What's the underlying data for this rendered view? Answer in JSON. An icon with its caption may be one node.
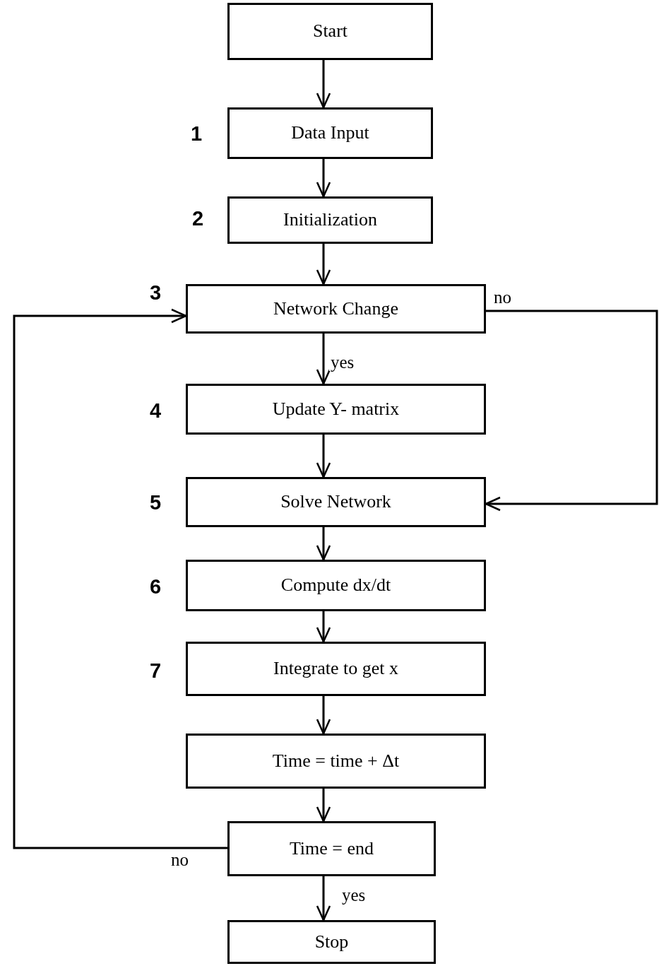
{
  "diagram": {
    "nodes": [
      {
        "text": [
          "Start"
        ]
      },
      {
        "text": [
          "Data Input"
        ],
        "beside": [
          "1"
        ]
      },
      {
        "text": [
          "Initialization"
        ],
        "beside": [
          "2"
        ]
      },
      {
        "text": [
          "Network Change"
        ],
        "beside": [
          "3"
        ]
      },
      {
        "text": [
          "Update Y- matrix"
        ],
        "beside": [
          "4"
        ]
      },
      {
        "text": [
          "Solve Network"
        ],
        "beside": [
          "5"
        ]
      },
      {
        "text": [
          "Compute dx/dt"
        ],
        "beside": [
          "6"
        ]
      },
      {
        "text": [
          "Integrate to get x"
        ],
        "beside": [
          "7"
        ]
      },
      {
        "text": [
          "Time = time + Δt"
        ]
      },
      {
        "text": [
          "Time =  end"
        ]
      },
      {
        "text": [
          "Stop"
        ]
      }
    ],
    "edges": [
      {
        "from": 0,
        "to": 1,
        "arrow": "to"
      },
      {
        "from": 1,
        "to": 2,
        "arrow": "to"
      },
      {
        "from": 2,
        "to": 3,
        "arrow": "to"
      },
      {
        "from": 3,
        "to": 4,
        "arrow": "to",
        "label": "yes"
      },
      {
        "from": 4,
        "to": 5,
        "arrow": "to"
      },
      {
        "from": 5,
        "to": 6,
        "arrow": "to"
      },
      {
        "from": 6,
        "to": 7,
        "arrow": "to"
      },
      {
        "from": 7,
        "to": 8,
        "arrow": "to"
      },
      {
        "from": 8,
        "to": 9,
        "arrow": "to"
      },
      {
        "from": 9,
        "to": 10,
        "arrow": "to",
        "label": "yes"
      },
      {
        "from": 3,
        "to": 5,
        "arrow": "to",
        "label": "no"
      },
      {
        "from": 9,
        "to": 3,
        "arrow": "to",
        "label": "no"
      }
    ]
  }
}
